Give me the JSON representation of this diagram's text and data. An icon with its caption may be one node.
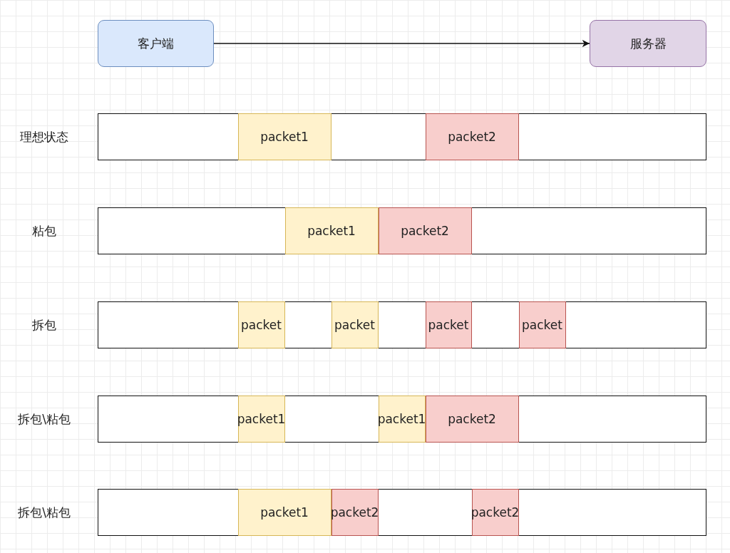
{
  "diagram": {
    "nodes": [
      {
        "text": [
          "客户端"
        ]
      },
      {
        "text": [
          "服务器"
        ]
      },
      {
        "text": [],
        "shape": "box",
        "beside": [
          "理想状态"
        ]
      },
      {
        "text": [
          "packet1"
        ],
        "in": 2
      },
      {
        "text": [
          "packet2"
        ],
        "in": 2
      },
      {
        "text": [],
        "shape": "box",
        "beside": [
          "粘包"
        ]
      },
      {
        "text": [
          "packet1"
        ],
        "in": 5
      },
      {
        "text": [
          "packet2"
        ],
        "in": 5
      },
      {
        "text": [],
        "shape": "box",
        "beside": [
          "拆包"
        ]
      },
      {
        "text": [
          "packet"
        ],
        "in": 8
      },
      {
        "text": [
          "packet"
        ],
        "in": 8
      },
      {
        "text": [
          "packet"
        ],
        "in": 8
      },
      {
        "text": [
          "packet"
        ],
        "in": 8
      },
      {
        "text": [],
        "shape": "box",
        "beside": [
          "拆包\\粘包"
        ]
      },
      {
        "text": [
          "packet1"
        ],
        "in": 13
      },
      {
        "text": [
          "packet1"
        ],
        "in": 13
      },
      {
        "text": [
          "packet2"
        ],
        "in": 13
      },
      {
        "text": [],
        "shape": "box",
        "beside": [
          "拆包\\粘包"
        ]
      },
      {
        "text": [
          "packet1"
        ],
        "in": 17
      },
      {
        "text": [
          "packet2"
        ],
        "in": 17
      },
      {
        "text": [
          "packet2"
        ],
        "in": 17
      }
    ],
    "edges": [
      {
        "from": 0,
        "to": 1,
        "arrow": "to"
      }
    ]
  }
}
